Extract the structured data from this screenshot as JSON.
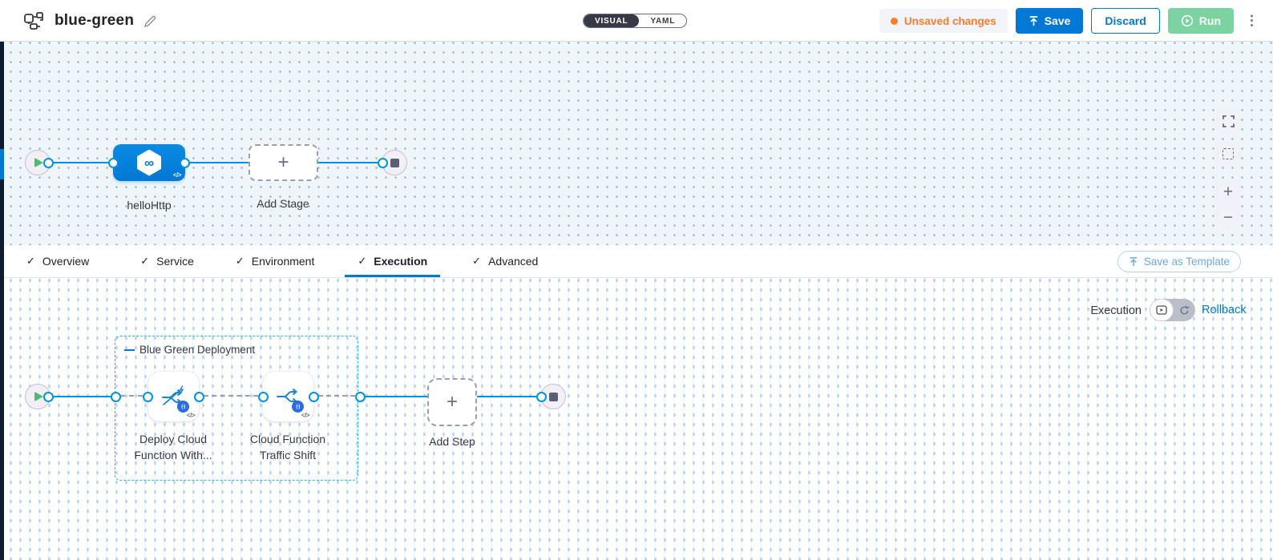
{
  "header": {
    "title": "blue-green",
    "view_toggle": {
      "visual_label": "VISUAL",
      "yaml_label": "YAML"
    },
    "unsaved_changes_label": "Unsaved changes",
    "save_label": "Save",
    "discard_label": "Discard",
    "run_label": "Run"
  },
  "stage_canvas": {
    "stage_label": "helloHttp",
    "add_stage_label": "Add Stage"
  },
  "tabs": {
    "items": [
      {
        "label": "Overview"
      },
      {
        "label": "Service"
      },
      {
        "label": "Environment"
      },
      {
        "label": "Execution"
      },
      {
        "label": "Advanced"
      }
    ],
    "active": "Execution",
    "save_as_template_label": "Save as Template"
  },
  "execution_canvas": {
    "mode_label": "Execution",
    "rollback_label": "Rollback",
    "group_label": "Blue Green Deployment",
    "steps": [
      {
        "line1": "Deploy Cloud",
        "line2": "Function With..."
      },
      {
        "line1": "Cloud Function",
        "line2": "Traffic Shift"
      }
    ],
    "add_step_label": "Add Step"
  },
  "icons": {
    "plus": "+",
    "minus": "−",
    "check": "✓",
    "infinity": "∞",
    "code": "</>",
    "kebab": "⋮",
    "fn_badge": "(-)"
  },
  "colors": {
    "accent_blue": "#0278d5",
    "connector_blue": "#0092e4",
    "unsaved_orange": "#ff7b26",
    "run_green": "#7cd3a2",
    "group_border_cyan": "#2ab3ec",
    "dark_toggle": "#383946"
  }
}
